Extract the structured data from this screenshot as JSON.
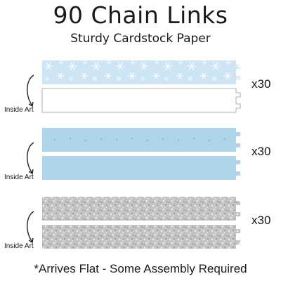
{
  "header": {
    "title": "90 Chain Links",
    "subtitle": "Sturdy Cardstock Paper"
  },
  "groups": [
    {
      "pattern": "snowflakes",
      "front_color": "#cfe6f5",
      "back_color": "#ffffff",
      "quantity": "x30",
      "inside_label": "Inside Art"
    },
    {
      "pattern": "silver-dots",
      "front_color": "#aed4eb",
      "back_color": "#aed4eb",
      "quantity": "x30",
      "inside_label": "Inside Art"
    },
    {
      "pattern": "silver-glitter",
      "front_color": "#c9c9c9",
      "back_color": "#c9c9c9",
      "quantity": "x30",
      "inside_label": "Inside Art"
    }
  ],
  "footer": {
    "note": "*Arrives Flat - Some Assembly Required"
  }
}
